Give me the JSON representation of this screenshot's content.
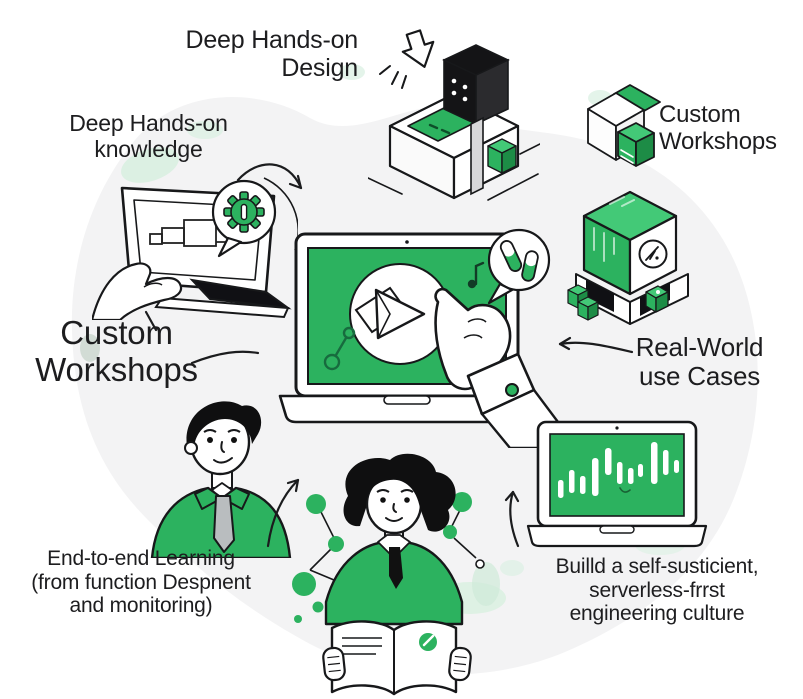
{
  "labels": {
    "deep_hands_on_design": "Deep Hands-on\nDesign",
    "deep_hands_on_knowledge": "Deep Hands-on\nknowledge",
    "custom_workshops_top_right": "Custom\nWorkshops",
    "custom_workshops_left": "Custom\nWorkshops",
    "real_world_use_cases": "Real-World\nuse Cases",
    "end_to_end_learning": "End-to-end Learning\n(from function Despnent\nand monitoring)",
    "engineering_culture": "Builld a self-susticient,\nserverless-frrst\nengineering culture"
  },
  "colors": {
    "accent_green": "#2cb25f",
    "accent_green_light": "#43c977",
    "accent_green_dark": "#1d8c46",
    "outline": "#17181a",
    "blob_gray": "#f3f3f4",
    "mint_splash": "#d9f0e1",
    "text": "#1d1d1f",
    "tie_gray": "#b9bdbf"
  },
  "icons": {
    "down-arrow-icon": "⭣",
    "gear-icon": "⚙",
    "pills-icon": "💊",
    "music-note-icon": "♪",
    "pointing-hand-icon": "☝",
    "speech-bubble-icon": "💬",
    "emblem-icon": "◎",
    "candlestick-chart-icon": "📊",
    "open-book-icon": "📖"
  }
}
